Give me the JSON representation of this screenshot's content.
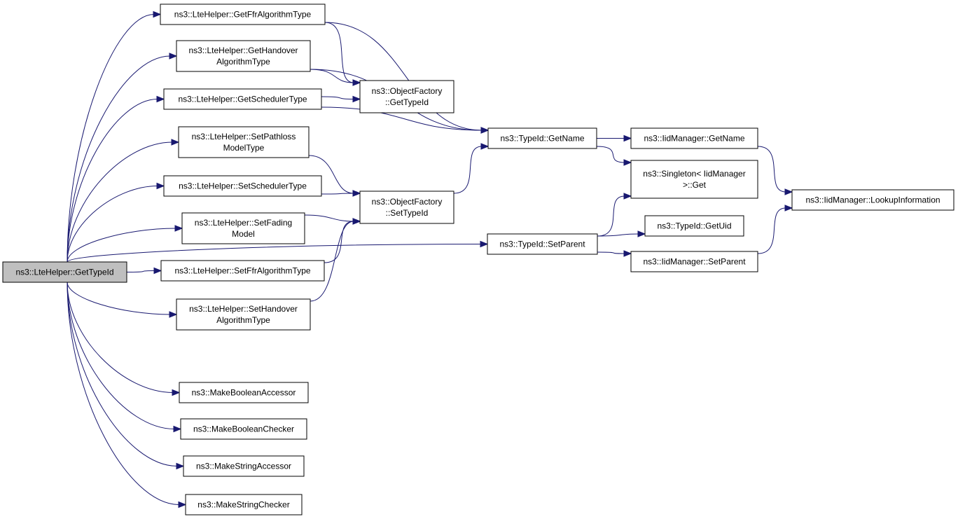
{
  "nodes": {
    "root": [
      "ns3::LteHelper::GetTypeId"
    ],
    "getFfrAlgorithmType": [
      "ns3::LteHelper::GetFfrAlgorithmType"
    ],
    "getHandoverAlgorithmType": [
      "ns3::LteHelper::GetHandover",
      "AlgorithmType"
    ],
    "getSchedulerType": [
      "ns3::LteHelper::GetSchedulerType"
    ],
    "setPathlossModelType": [
      "ns3::LteHelper::SetPathloss",
      "ModelType"
    ],
    "setSchedulerType": [
      "ns3::LteHelper::SetSchedulerType"
    ],
    "setFadingModel": [
      "ns3::LteHelper::SetFading",
      "Model"
    ],
    "setFfrAlgorithmType": [
      "ns3::LteHelper::SetFfrAlgorithmType"
    ],
    "setHandoverAlgorithmType": [
      "ns3::LteHelper::SetHandover",
      "AlgorithmType"
    ],
    "makeBooleanAccessor": [
      "ns3::MakeBooleanAccessor"
    ],
    "makeBooleanChecker": [
      "ns3::MakeBooleanChecker"
    ],
    "makeStringAccessor": [
      "ns3::MakeStringAccessor"
    ],
    "makeStringChecker": [
      "ns3::MakeStringChecker"
    ],
    "objectFactoryGetTypeId": [
      "ns3::ObjectFactory",
      "::GetTypeId"
    ],
    "objectFactorySetTypeId": [
      "ns3::ObjectFactory",
      "::SetTypeId"
    ],
    "typeIdGetName": [
      "ns3::TypeId::GetName"
    ],
    "typeIdSetParent": [
      "ns3::TypeId::SetParent"
    ],
    "iidManagerGetName": [
      "ns3::IidManager::GetName"
    ],
    "singletonGet": [
      "ns3::Singleton< IidManager",
      ">::Get"
    ],
    "typeIdGetUid": [
      "ns3::TypeId::GetUid"
    ],
    "iidManagerSetParent": [
      "ns3::IidManager::SetParent"
    ],
    "iidManagerLookupInformation": [
      "ns3::IidManager::LookupInformation"
    ]
  },
  "edges": [
    [
      "root",
      "getFfrAlgorithmType"
    ],
    [
      "root",
      "getHandoverAlgorithmType"
    ],
    [
      "root",
      "getSchedulerType"
    ],
    [
      "root",
      "setPathlossModelType"
    ],
    [
      "root",
      "setSchedulerType"
    ],
    [
      "root",
      "setFadingModel"
    ],
    [
      "root",
      "setFfrAlgorithmType"
    ],
    [
      "root",
      "setHandoverAlgorithmType"
    ],
    [
      "root",
      "typeIdSetParent"
    ],
    [
      "root",
      "makeBooleanAccessor"
    ],
    [
      "root",
      "makeBooleanChecker"
    ],
    [
      "root",
      "makeStringAccessor"
    ],
    [
      "root",
      "makeStringChecker"
    ],
    [
      "getFfrAlgorithmType",
      "objectFactoryGetTypeId"
    ],
    [
      "getFfrAlgorithmType",
      "typeIdGetName"
    ],
    [
      "getHandoverAlgorithmType",
      "objectFactoryGetTypeId"
    ],
    [
      "getHandoverAlgorithmType",
      "typeIdGetName"
    ],
    [
      "getSchedulerType",
      "objectFactoryGetTypeId"
    ],
    [
      "getSchedulerType",
      "typeIdGetName"
    ],
    [
      "setPathlossModelType",
      "objectFactorySetTypeId"
    ],
    [
      "setSchedulerType",
      "objectFactorySetTypeId"
    ],
    [
      "setFadingModel",
      "objectFactorySetTypeId"
    ],
    [
      "setFfrAlgorithmType",
      "objectFactorySetTypeId"
    ],
    [
      "setHandoverAlgorithmType",
      "objectFactorySetTypeId"
    ],
    [
      "objectFactorySetTypeId",
      "typeIdGetName"
    ],
    [
      "typeIdGetName",
      "iidManagerGetName"
    ],
    [
      "typeIdGetName",
      "singletonGet"
    ],
    [
      "typeIdSetParent",
      "singletonGet"
    ],
    [
      "typeIdSetParent",
      "typeIdGetUid"
    ],
    [
      "typeIdSetParent",
      "iidManagerSetParent"
    ],
    [
      "iidManagerGetName",
      "iidManagerLookupInformation"
    ],
    [
      "iidManagerSetParent",
      "iidManagerLookupInformation"
    ]
  ],
  "colors": {
    "edge": "#191970",
    "root_fill": "#bfbfbf",
    "node_fill": "#ffffff",
    "node_border": "#000000"
  }
}
